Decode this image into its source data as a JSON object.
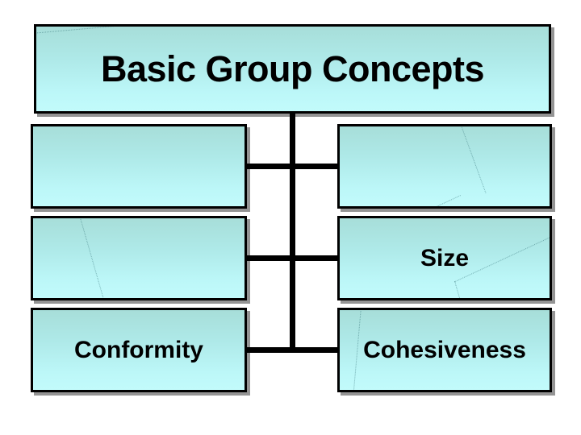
{
  "slide": {
    "title": "Basic Group Concepts",
    "background_color": "#ffffff",
    "accent_color": "#aee9e8",
    "box_border_color": "#000000",
    "text_color": "#000000"
  },
  "diagram": {
    "type": "hierarchy",
    "root_label": "Basic Group Concepts",
    "trunk_orientation": "vertical",
    "rows": [
      {
        "left": {
          "label": "",
          "has_text": "false"
        },
        "right": {
          "label": "",
          "has_text": "false"
        }
      },
      {
        "left": {
          "label": "",
          "has_text": "false"
        },
        "right": {
          "label": "Size",
          "has_text": "true"
        }
      },
      {
        "left": {
          "label": "Conformity",
          "has_text": "true"
        },
        "right": {
          "label": "Cohesiveness",
          "has_text": "true"
        }
      }
    ]
  }
}
